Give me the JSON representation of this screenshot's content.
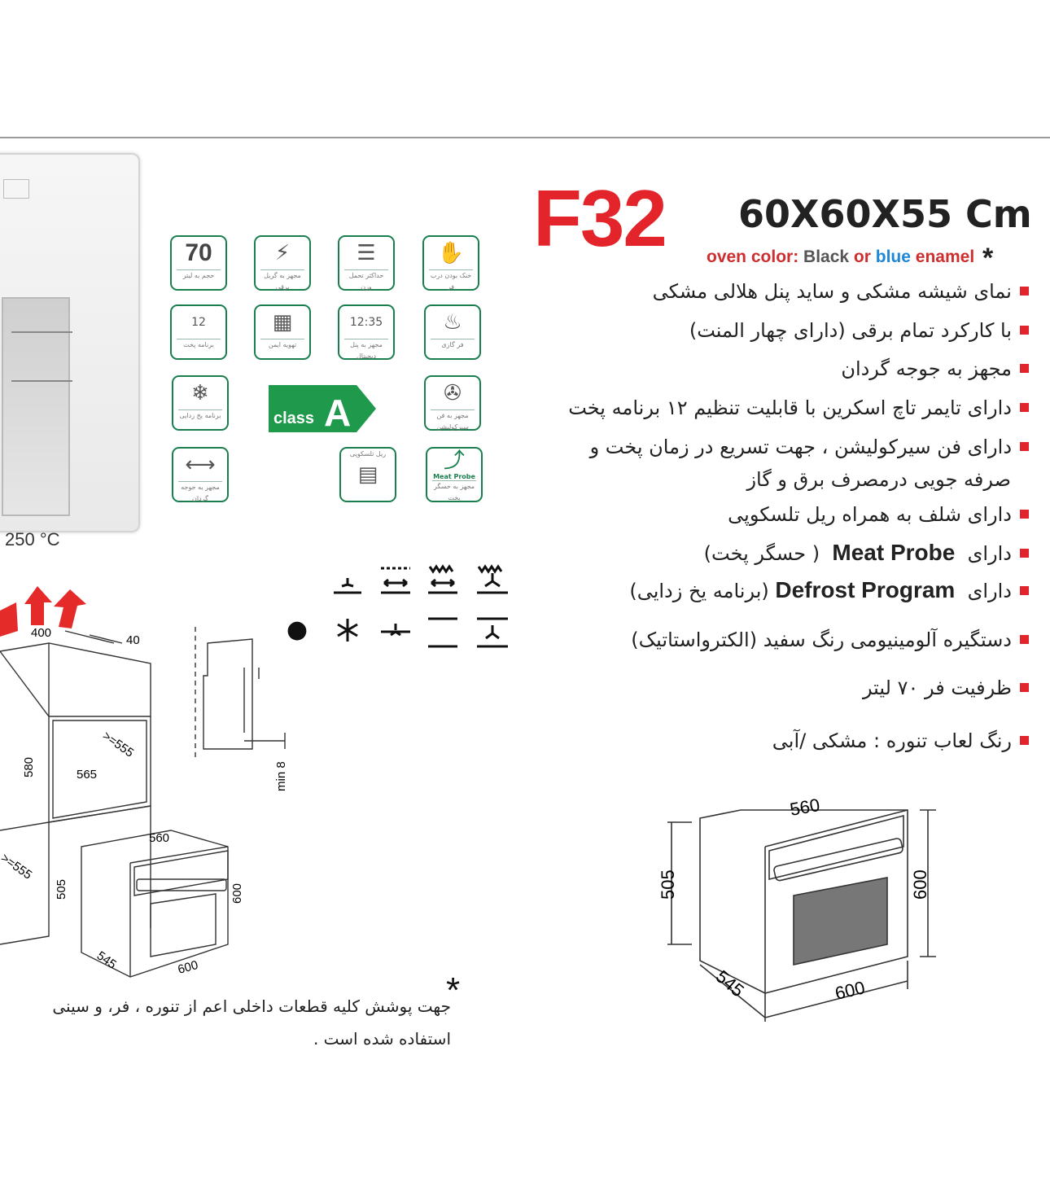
{
  "header": {
    "model": "F32",
    "dimensions": "60X60X55 Cm",
    "oven_color_label": "oven color:",
    "oven_color_black": "Black",
    "oven_color_or": "or",
    "oven_color_blue": "blue",
    "oven_color_enamel": "enamel",
    "oven_color_star": "*"
  },
  "features": [
    {
      "text": "نمای شیشه مشکی و ساید پنل هلالی مشکی"
    },
    {
      "text": "با کارکرد تمام برقی (دارای چهار المنت)"
    },
    {
      "text": "مجهز به جوجه گردان"
    },
    {
      "text": "دارای تایمر تاچ اسکرین با قابلیت تنظیم ۱۲ برنامه پخت"
    },
    {
      "text": "دارای فن سیرکولیشن ، جهت تسریع در زمان پخت و",
      "text2": "صرفه جویی درمصرف برق و گاز"
    },
    {
      "text": "دارای شلف به همراه ریل تلسکوپی"
    },
    {
      "prefix": "دارای",
      "latin": "Meat Probe",
      "suffix": "( حسگر پخت)"
    },
    {
      "prefix": "دارای",
      "latin": "Defrost Program",
      "suffix": "(برنامه یخ زدایی)"
    },
    {
      "text": "دستگیره آلومینیومی رنگ سفید (الکترواستاتیک)"
    },
    {
      "text": "ظرفیت فر ۷۰ لیتر"
    },
    {
      "text": "رنگ لعاب تنوره :  مشکی /آبی"
    }
  ],
  "icons": {
    "capacity_number": "70",
    "capacity_caption": "حجم به لیتر",
    "grill_caption": "مجهز به گریل برقی",
    "weight_caption": "حداکثر تحمل وزن",
    "cool_caption": "خنک بودن درب فر",
    "programs_number": "12",
    "programs_caption": "برنامه پخت",
    "vent_caption": "تهویه ایمن",
    "digital_display": "12:35",
    "digital_caption": "مجهز به پنل دیجیتال",
    "gas_caption": "فر گازی",
    "defrost_caption": "برنامه یخ زدایی",
    "fan_caption": "مجهز به فن سیرکولیشن",
    "rotisserie_caption": "مجهز به جوجه گردان",
    "rail_caption": "ریل تلسکوپی",
    "meat_probe_label": "Meat Probe",
    "meat_probe_caption": "مجهز به حسگر پخت",
    "energy_class_label": "class",
    "energy_class_letter": "A"
  },
  "temperature": "250 °C",
  "install_dims": {
    "d400": "400",
    "d40": "40",
    "d555": ">=555",
    "d580": "580",
    "d565": "565",
    "d555b": ">=555",
    "d505": "505",
    "d560": "560",
    "d600h": "600",
    "d545": "545",
    "d600w": "600",
    "min8": "min 8"
  },
  "oven_dims": {
    "w560": "560",
    "h505": "505",
    "h600": "600",
    "d545": "545",
    "w600": "600"
  },
  "note": {
    "star": "*",
    "line1": "جهت پوشش کلیه قطعات داخلی اعم از تنوره ، فر، و سینی",
    "line2": "استفاده شده است ."
  },
  "colors": {
    "accent_red": "#e3242b",
    "icon_green": "#1a7f4e",
    "blue": "#1e88d6"
  }
}
